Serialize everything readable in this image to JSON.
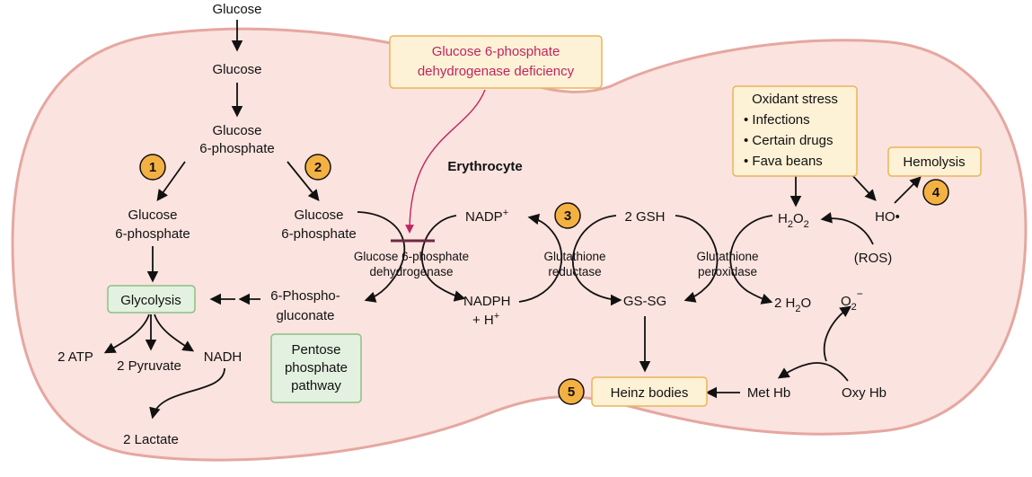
{
  "colors": {
    "cell_fill": "#fbe3df",
    "cell_stroke": "#e5a7a0",
    "orange_box_fill": "#fdf1d6",
    "orange_box_stroke": "#e9b55a",
    "green_box_fill": "#e3f1e0",
    "green_box_stroke": "#8cbf86",
    "badge_fill": "#f4b143",
    "deficiency_text": "#c0255f",
    "block_bar": "#6d2a43"
  },
  "labels": {
    "glucose_outside": "Glucose",
    "glucose_inside": "Glucose",
    "g6p_top_1": "Glucose",
    "g6p_top_2": "6-phosphate",
    "g6p_left_1": "Glucose",
    "g6p_left_2": "6-phosphate",
    "g6p_right_1": "Glucose",
    "g6p_right_2": "6-phosphate",
    "glycolysis": "Glycolysis",
    "atp": "2 ATP",
    "pyruvate": "2 Pyruvate",
    "nadh": "NADH",
    "lactate": "2 Lactate",
    "phosphogluconate_1": "6-Phospho-",
    "phosphogluconate_2": "gluconate",
    "pentose_1": "Pentose",
    "pentose_2": "phosphate",
    "pentose_3": "pathway",
    "erythrocyte": "Erythrocyte",
    "deficiency_1": "Glucose 6-phosphate",
    "deficiency_2": "dehydrogenase deficiency",
    "g6pd_enzyme_1": "Glucose 6-phosphate",
    "g6pd_enzyme_2": "dehydrogenase",
    "nadp": "NADP",
    "nadp_sup": "+",
    "nadph_1": "NADPH",
    "nadph_2": "+ H",
    "nadph_sup": "+",
    "gr_1": "Glutathione",
    "gr_2": "reductase",
    "gsh": "2 GSH",
    "gssg": "GS-SG",
    "gpx_1": "Glutathione",
    "gpx_2": "peroxidase",
    "h2o2_pre": "H",
    "h2o2_sub1": "2",
    "h2o2_mid": "O",
    "h2o2_sub2": "2",
    "water_pre": "2 H",
    "water_sub": "2",
    "water_post": "O",
    "ros": "(ROS)",
    "oxidant_title": "Oxidant stress",
    "oxidant_items": [
      "• Infections",
      "• Certain drugs",
      "• Fava beans"
    ],
    "hydroxyl": "HO•",
    "hemolysis": "Hemolysis",
    "superoxide_pre": "O",
    "superoxide_sub": "2",
    "superoxide_sup": "−",
    "met_hb": "Met Hb",
    "oxy_hb": "Oxy Hb",
    "heinz": "Heinz bodies"
  },
  "badges": [
    "1",
    "2",
    "3",
    "4",
    "5"
  ]
}
